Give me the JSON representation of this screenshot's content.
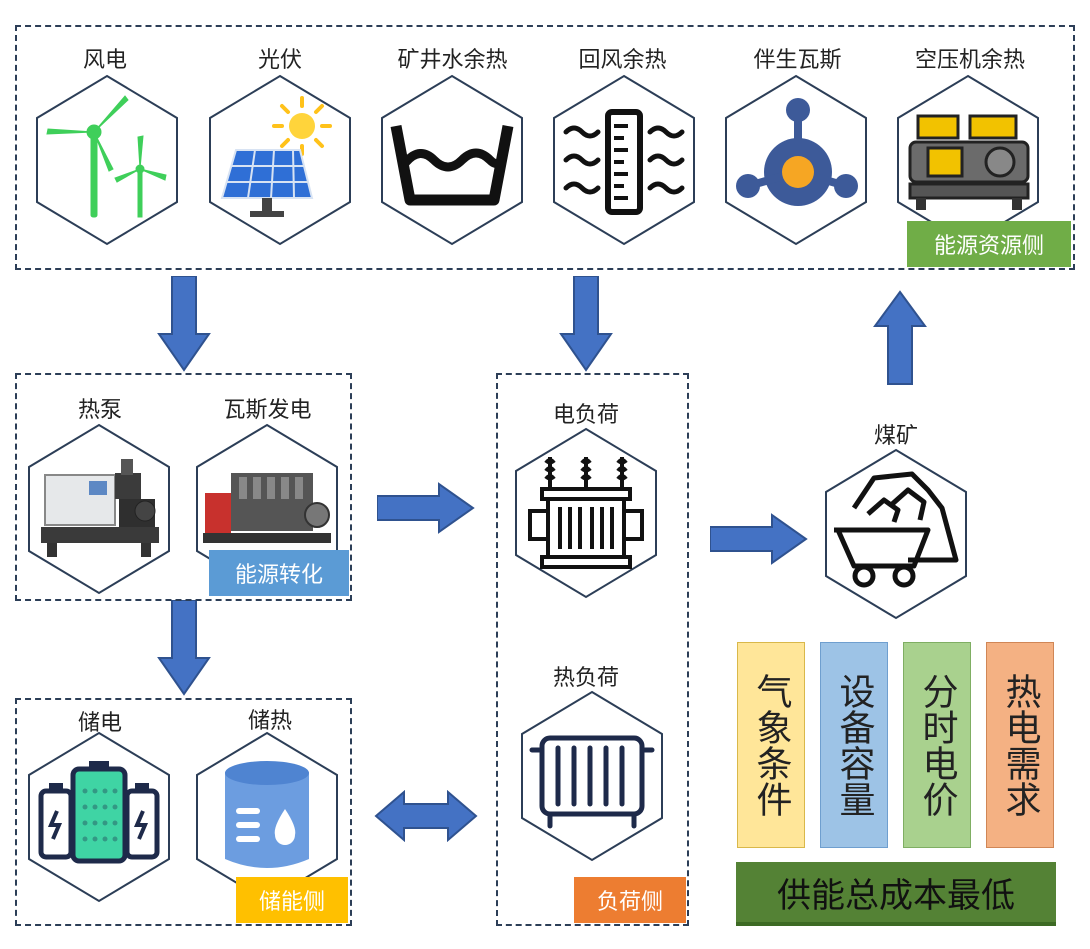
{
  "resource_side": {
    "items": [
      "风电",
      "光伏",
      "矿井水余热",
      "回风余热",
      "伴生瓦斯",
      "空压机余热"
    ],
    "tag": "能源资源侧"
  },
  "conversion": {
    "items": [
      "热泵",
      "瓦斯发电"
    ],
    "tag": "能源转化"
  },
  "storage": {
    "items": [
      "储电",
      "储热"
    ],
    "tag": "储能侧"
  },
  "load": {
    "electric": "电负荷",
    "heat": "热负荷",
    "tag": "负荷侧"
  },
  "coal_mine": "煤矿",
  "factors": [
    {
      "text": "气象条件",
      "color": "#ffe699"
    },
    {
      "text": "设备容量",
      "color": "#9dc3e6"
    },
    {
      "text": "分时电价",
      "color": "#a9d18e"
    },
    {
      "text": "热电需求",
      "color": "#f4b183"
    }
  ],
  "objective": "供能总成本最低",
  "colors": {
    "border": "#2c3e57",
    "arrow": "#4472c4",
    "tag_green": "#70ad47",
    "tag_blue": "#5b9bd5",
    "tag_yellow": "#ffc000",
    "tag_orange": "#ed7d31",
    "objective_green": "#548235"
  }
}
